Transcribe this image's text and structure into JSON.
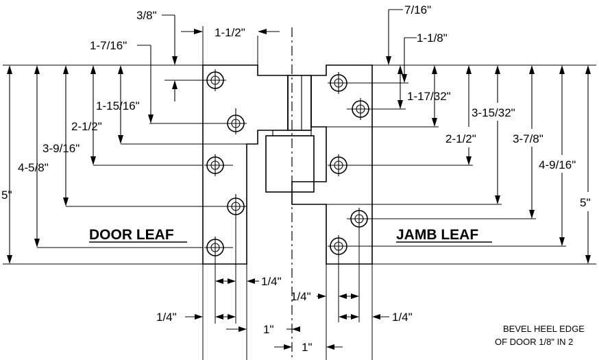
{
  "labels": {
    "door_leaf": "DOOR LEAF",
    "jamb_leaf": "JAMB LEAF"
  },
  "dims": {
    "d_3_8": "3/8\"",
    "d_1_1_2": "1-1/2\"",
    "d_1_7_16": "1-7/16\"",
    "d_1_15_16": "1-15/16\"",
    "d_2_1_2_left": "2-1/2\"",
    "d_3_9_16": "3-9/16\"",
    "d_4_5_8": "4-5/8\"",
    "d_5_left": "5\"",
    "d_7_16": "7/16\"",
    "d_1_1_8": "1-1/8\"",
    "d_1_17_32": "1-17/32\"",
    "d_3_15_32": "3-15/32\"",
    "d_2_1_2_right": "2-1/2\"",
    "d_3_7_8": "3-7/8\"",
    "d_4_9_16": "4-9/16\"",
    "d_5_right": "5\"",
    "d_1_4_a": "1/4\"",
    "d_1_4_b": "1/4\"",
    "d_1_4_c": "1/4\"",
    "d_1_4_d": "1/4\"",
    "d_1_a": "1\"",
    "d_1_b": "1\""
  },
  "note": {
    "line1": "BEVEL HEEL EDGE",
    "line2": "OF DOOR 1/8\" IN 2"
  }
}
